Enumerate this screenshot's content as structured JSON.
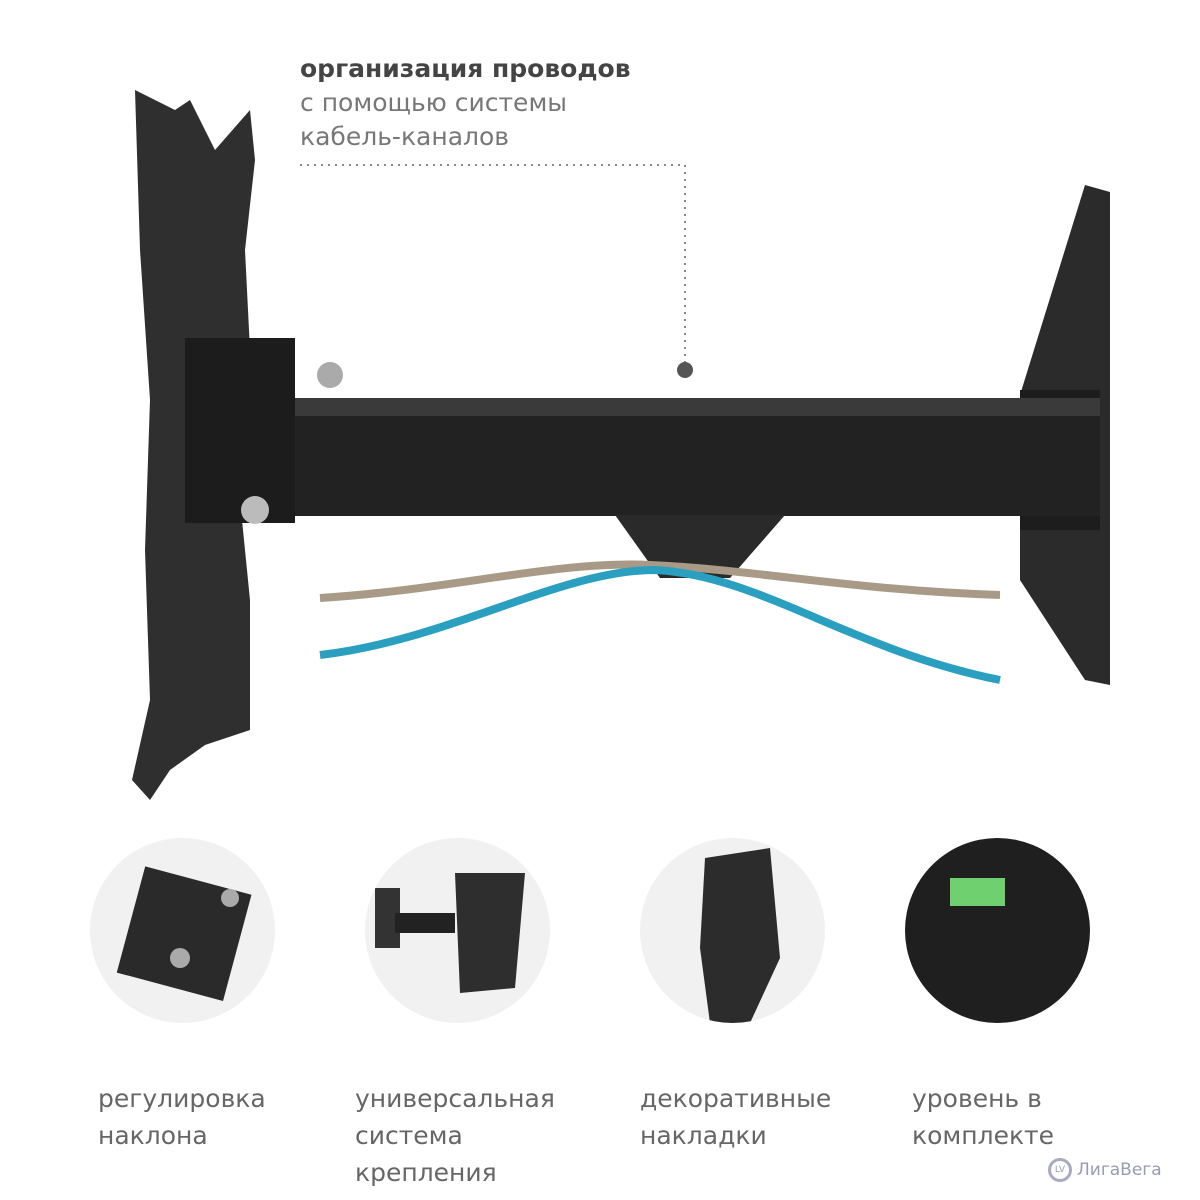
{
  "headline": {
    "bold": "организация проводов",
    "line2": "с помощью системы",
    "line3": "кабель-каналов"
  },
  "features": [
    {
      "line1": "регулировка",
      "line2": "наклона",
      "line3": ""
    },
    {
      "line1": "универсальная",
      "line2": "система",
      "line3": "крепления"
    },
    {
      "line1": "декоративные",
      "line2": "накладки",
      "line3": ""
    },
    {
      "line1": "уровень в",
      "line2": "комплекте",
      "line3": ""
    }
  ],
  "watermark": {
    "logo_text": "LV",
    "text": "ЛигаВега"
  },
  "colors": {
    "metal": "#2a2a2a",
    "cable_blue": "#2a9fc0",
    "cable_beige": "#a89a86"
  }
}
